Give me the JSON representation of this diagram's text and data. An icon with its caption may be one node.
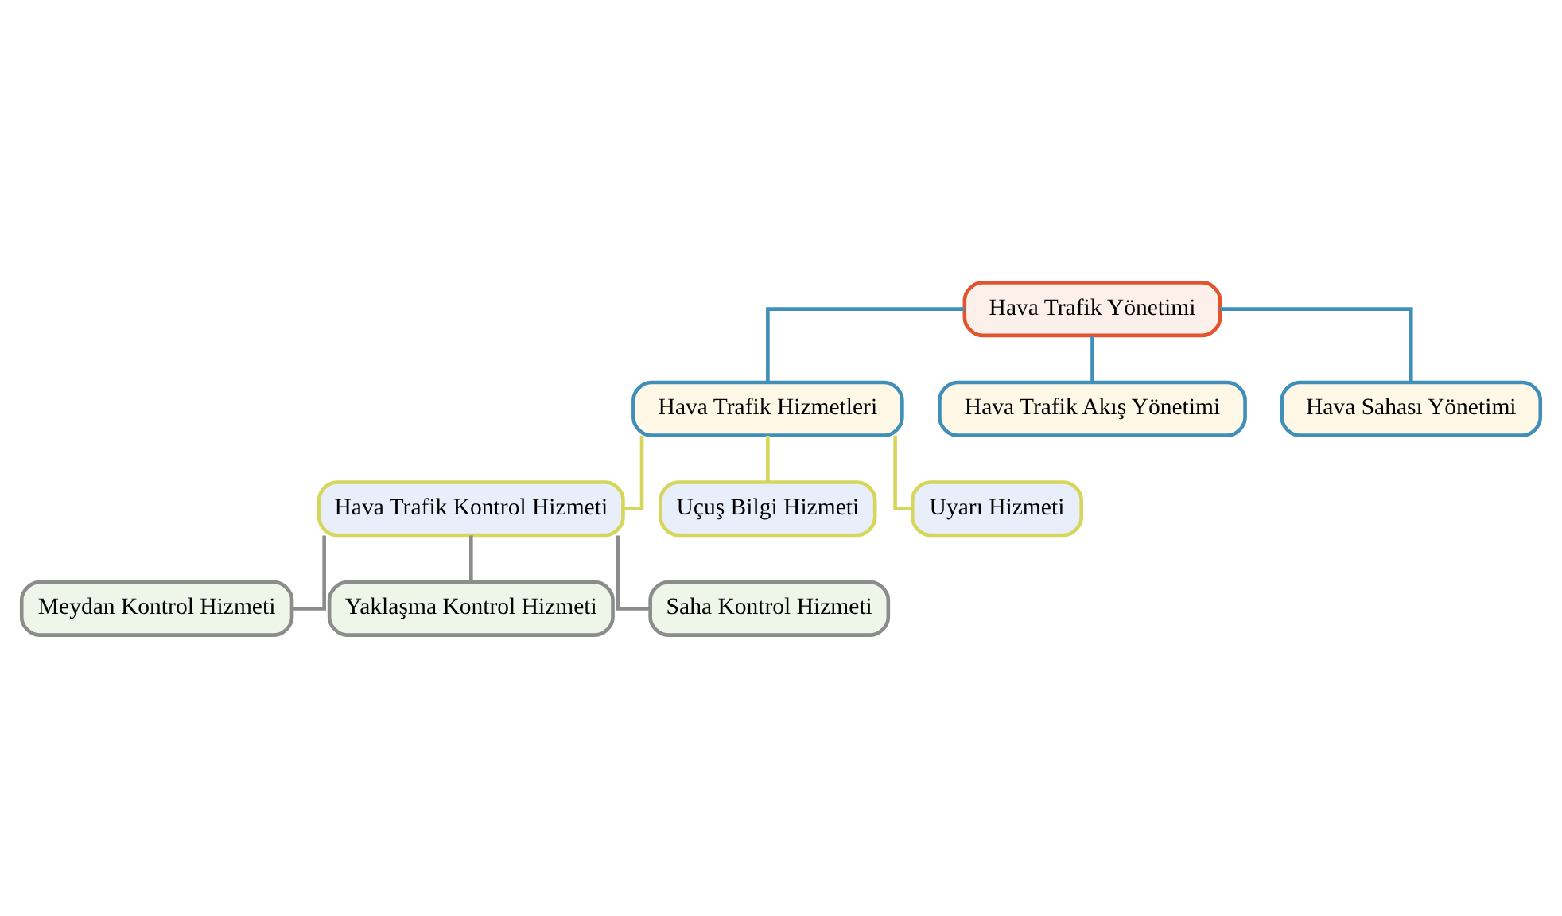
{
  "diagram": {
    "nodes": [
      {
        "text": [
          "Hava Trafik Yönetimi"
        ]
      },
      {
        "text": [
          "Hava Trafik Hizmetleri"
        ]
      },
      {
        "text": [
          "Hava Trafik Akış Yönetimi"
        ]
      },
      {
        "text": [
          "Hava Sahası Yönetimi"
        ]
      },
      {
        "text": [
          "Hava Trafik Kontrol Hizmeti"
        ]
      },
      {
        "text": [
          "Uçuş Bilgi Hizmeti"
        ]
      },
      {
        "text": [
          "Uyarı Hizmeti"
        ]
      },
      {
        "text": [
          "Meydan Kontrol Hizmeti"
        ]
      },
      {
        "text": [
          "Yaklaşma Kontrol Hizmeti"
        ]
      },
      {
        "text": [
          "Saha Kontrol Hizmeti"
        ]
      }
    ],
    "edges": [
      {
        "from": 0,
        "to": 1,
        "arrow": "none",
        "color": "#3f8fb8"
      },
      {
        "from": 0,
        "to": 2,
        "arrow": "none",
        "color": "#3f8fb8"
      },
      {
        "from": 0,
        "to": 3,
        "arrow": "none",
        "color": "#3f8fb8"
      },
      {
        "from": 1,
        "to": 4,
        "arrow": "none",
        "color": "#d6d65c"
      },
      {
        "from": 1,
        "to": 5,
        "arrow": "none",
        "color": "#d6d65c"
      },
      {
        "from": 1,
        "to": 6,
        "arrow": "none",
        "color": "#d6d65c"
      },
      {
        "from": 4,
        "to": 7,
        "arrow": "none",
        "color": "#8c8c8c"
      },
      {
        "from": 4,
        "to": 8,
        "arrow": "none",
        "color": "#8c8c8c"
      },
      {
        "from": 4,
        "to": 9,
        "arrow": "none",
        "color": "#8c8c8c"
      }
    ]
  }
}
